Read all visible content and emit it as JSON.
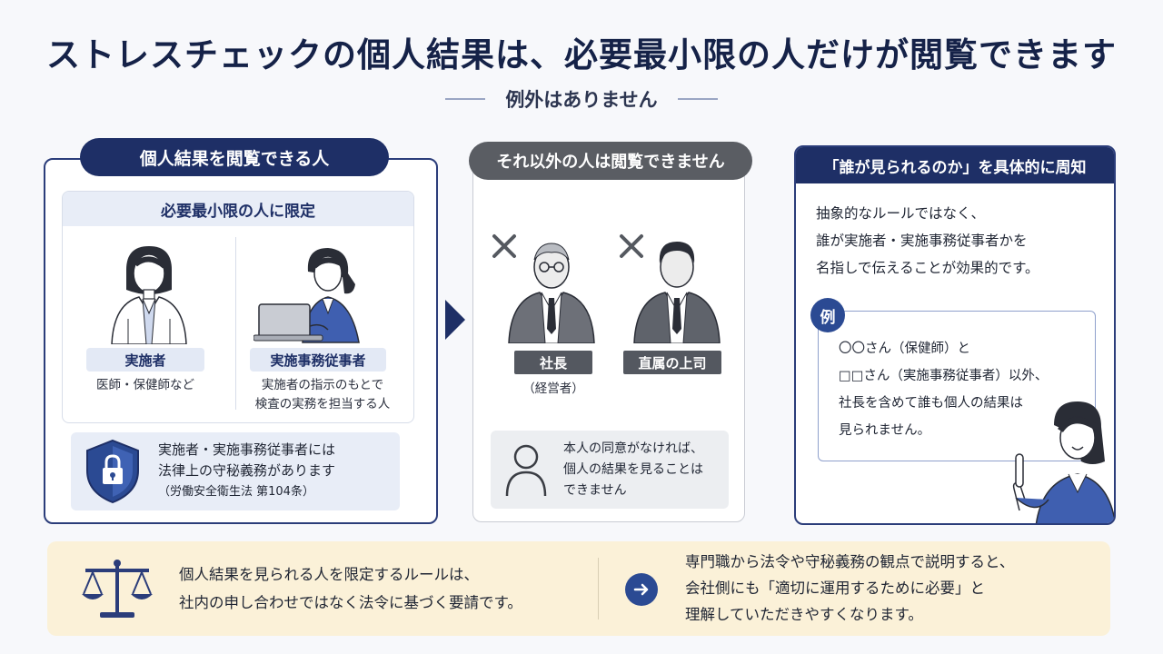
{
  "title": "ストレスチェックの個人結果は、必要最小限の人だけが閲覧できます",
  "subtitle": "例外はありません",
  "left": {
    "header": "個人結果を閲覧できる人",
    "inner_header": "必要最小限の人に限定",
    "person1": {
      "label": "実施者",
      "desc": "医師・保健師など"
    },
    "person2": {
      "label": "実施事務従事者",
      "desc_line1": "実施者の指示のもとで",
      "desc_line2": "検査の実務を担当する人"
    },
    "duty": {
      "line1": "実施者・実施事務従事者には",
      "line2": "法律上の守秘義務があります",
      "law": "（労働安全衛生法 第104条）"
    }
  },
  "middle": {
    "header": "それ以外の人は閲覧できません",
    "person1": {
      "label": "社長",
      "sub": "（経営者）"
    },
    "person2": {
      "label": "直属の上司"
    },
    "consent": {
      "line1": "本人の同意がなければ、",
      "line2": "個人の結果を見ることは",
      "line3": "できません"
    }
  },
  "right": {
    "header": "「誰が見られるのか」を具体的に周知",
    "text_line1": "抽象的なルールではなく、",
    "text_line2": "誰が実施者・実施事務従事者かを",
    "text_line3": "名指しで伝えることが効果的です。",
    "example_badge": "例",
    "example_line1": "〇〇さん（保健師）と",
    "example_line2": "□□さん（実施事務従事者）以外、",
    "example_line3": "社長を含めて誰も個人の結果は",
    "example_line4": "見られません。"
  },
  "bottom": {
    "left_line1": "個人結果を見られる人を限定するルールは、",
    "left_line2": "社内の申し合わせではなく法令に基づく要請です。",
    "right_line1": "専門職から法令や守秘義務の観点で説明すると、",
    "right_line2": "会社側にも「適切に運用するために必要」と",
    "right_line3": "理解していただきやすくなります。"
  },
  "icons": [
    "cross-icon",
    "shield-lock-icon",
    "person-outline-icon",
    "scales-icon",
    "arrow-right-icon"
  ],
  "colors": {
    "navy": "#1e2f66",
    "gray_chip": "#545860",
    "light_blue": "#e8edf7",
    "cream": "#fbf1d8"
  }
}
